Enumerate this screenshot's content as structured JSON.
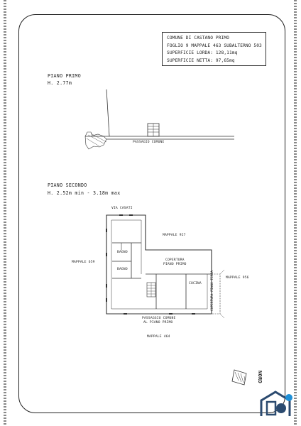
{
  "info": {
    "line1": "COMUNE DI CASTANO PRIMO",
    "line2": "FOGLIO 9 MAPPALE 463 SUBALTERNO 503",
    "line3": "SUPERFICIE LORDA: 128,11mq",
    "line4": "SUPERFICIE NETTA: 97,65mq"
  },
  "floor1": {
    "title": "PIANO PRIMO",
    "height": "H. 2.77m",
    "passage": "PASSAGIO COMUNE"
  },
  "floor2": {
    "title": "PIANO SECONDO",
    "height": "H. 2.52m min - 3.18m max",
    "street": "VIA CASATI",
    "parcel_north": "MAPPALE 927",
    "parcel_west": "MAPPALE 659",
    "parcel_east": "MAPPALE 956",
    "parcel_south": "MAPPALE 464",
    "room_bath1": "BAGNO",
    "room_bath2": "BAGNO",
    "roof_label_1": "COPERTURA",
    "roof_label_2": "PIANO PRIMO",
    "kitchen": "CUCINA",
    "roof_side": "COPERTURA PIANO TERRA",
    "passage_1": "PASSAGGIO COMUNE",
    "passage_2": "AL PIANO PRIMO"
  },
  "north_label": "NORD"
}
